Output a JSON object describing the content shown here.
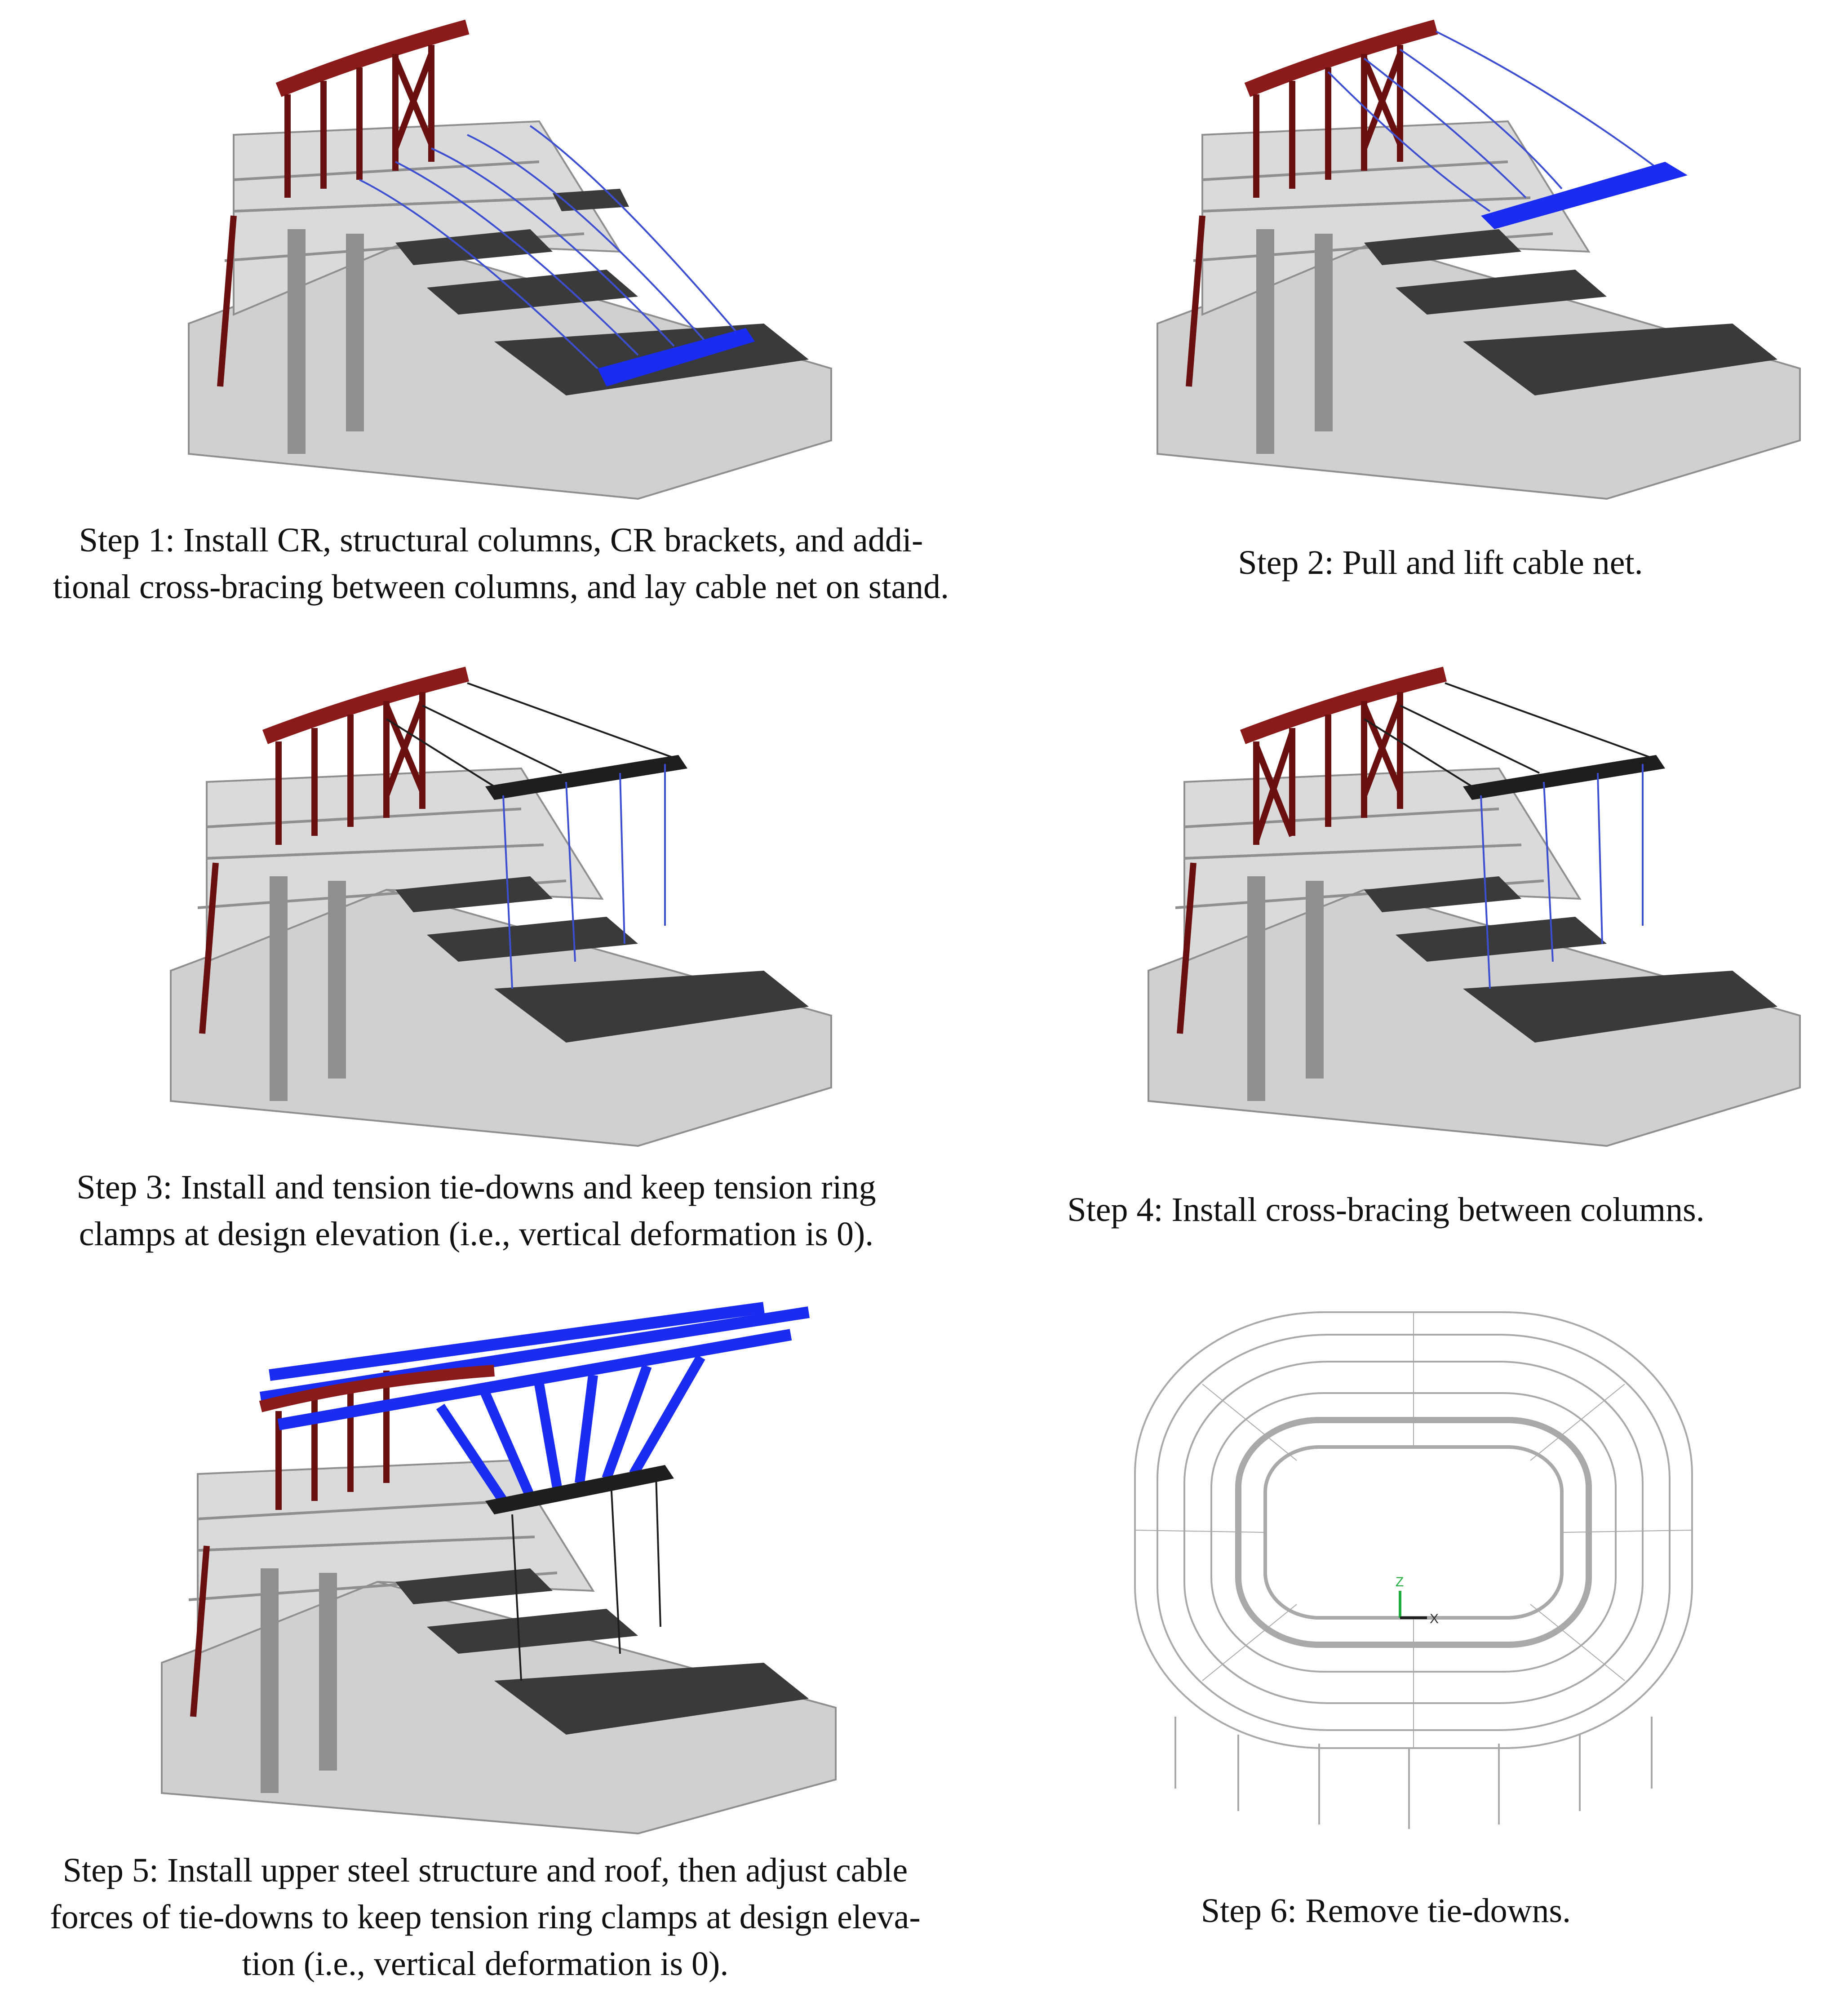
{
  "figure": {
    "steps": [
      {
        "id": "step-1",
        "caption_lines": [
          "Step 1: Install CR, structural columns, CR brackets, and addi-",
          "tional cross-bracing between columns, and lay cable net on stand."
        ]
      },
      {
        "id": "step-2",
        "caption_lines": [
          "Step 2: Pull and lift cable net."
        ]
      },
      {
        "id": "step-3",
        "caption_lines": [
          "Step 3: Install and tension tie-downs and keep tension ring",
          "clamps at design elevation (i.e., vertical deformation is 0)."
        ]
      },
      {
        "id": "step-4",
        "caption_lines": [
          "Step 4: Install cross-bracing between columns."
        ]
      },
      {
        "id": "step-5",
        "caption_lines": [
          "Step 5: Install upper steel structure and roof, then adjust cable",
          "forces of tie-downs to keep tension ring clamps at design eleva-",
          "tion (i.e., vertical deformation is 0)."
        ]
      },
      {
        "id": "step-6",
        "caption_lines": [
          "Step 6: Remove tie-downs."
        ]
      }
    ],
    "axis_triad": {
      "z_label": "Z",
      "x_label": "X"
    },
    "colors": {
      "concrete": "#d0d0d0",
      "concrete_dark": "#8f8f8f",
      "compression_ring": "#8b1a1a",
      "columns": "#6b1010",
      "cable": "#3c4fd1",
      "highlight_new": "#1a2cf0",
      "tension_ring": "#1e1e1e",
      "seating": "#3a3a3a",
      "wireframe": "#a9a9a9"
    }
  }
}
